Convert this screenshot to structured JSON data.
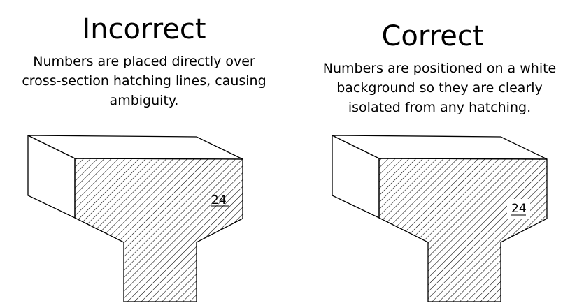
{
  "incorrect": {
    "title": "Incorrect",
    "description": "Numbers are placed directly over cross-section hatching lines, causing ambiguity.",
    "dimension_label": "24",
    "label_background": "none"
  },
  "correct": {
    "title": "Correct",
    "description": "Numbers are positioned on a white background so they are clearly isolated from any hatching.",
    "dimension_label": "24",
    "label_background": "#ffffff"
  },
  "colors": {
    "line": "#000000",
    "hatch": "#000000",
    "background": "#ffffff"
  }
}
